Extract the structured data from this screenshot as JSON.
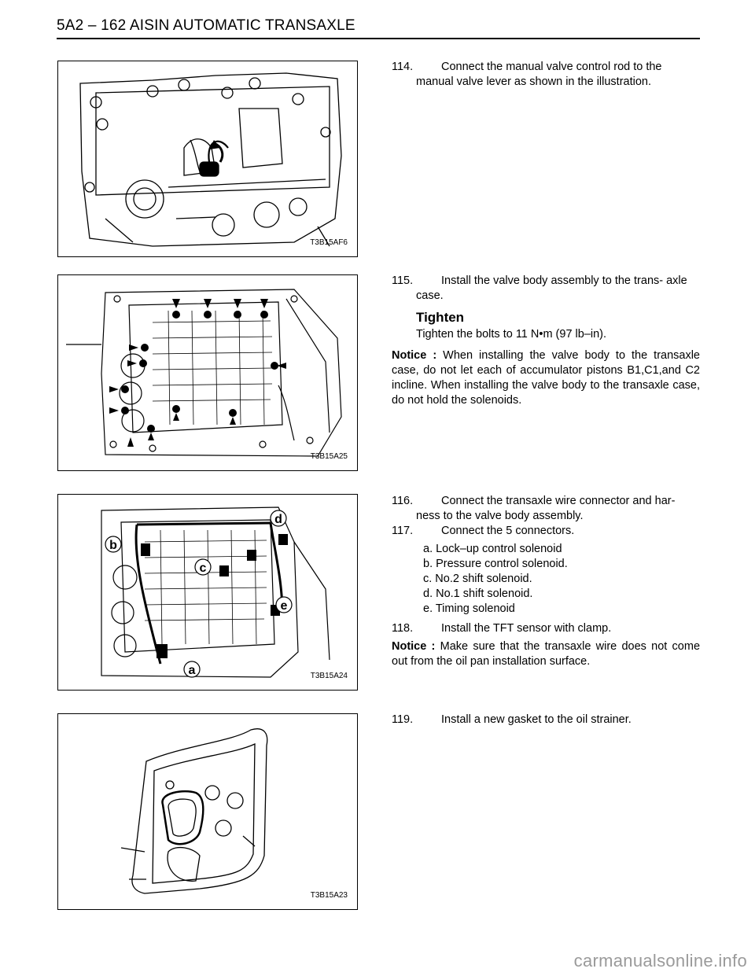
{
  "header": {
    "title": "5A2 – 162 AISIN AUTOMATIC TRANSAXLE"
  },
  "figures": [
    {
      "code": "T3B15AF6"
    },
    {
      "code": "T3B15A25"
    },
    {
      "code": "T3B15A24",
      "callouts": [
        "a",
        "b",
        "c",
        "d",
        "e"
      ]
    },
    {
      "code": "T3B15A23"
    }
  ],
  "steps": {
    "s114": {
      "num": "114.",
      "text": "Connect the manual valve control rod to the manual valve lever as shown in the illustration."
    },
    "s115": {
      "num": "115.",
      "text": "Install the valve body assembly to the trans- axle case."
    },
    "tighten_heading": "Tighten",
    "tighten_text": "Tighten the bolts to 11 N•m (97 lb–in).",
    "notice1_label": "Notice :",
    "notice1_text": " When installing the valve body to the transaxle case, do not let each of accumulator pistons B1,C1,and C2 incline. When installing the valve body to the transaxle case, do not hold the solenoids.",
    "s116": {
      "num": "116.",
      "text": "Connect the transaxle wire connector and har- ness to the valve body assembly."
    },
    "s117": {
      "num": "117.",
      "text": "Connect the 5 connectors."
    },
    "connectors": [
      "a. Lock–up control solenoid",
      "b. Pressure control solenoid.",
      "c. No.2 shift solenoid.",
      "d. No.1 shift solenoid.",
      "e. Timing solenoid"
    ],
    "s118": {
      "num": "118.",
      "text": "Install the TFT sensor with clamp."
    },
    "notice2_label": "Notice :",
    "notice2_text": " Make sure that the transaxle wire does not come out from the oil pan installation surface.",
    "s119": {
      "num": "119.",
      "text": "Install a new gasket to the oil strainer."
    }
  },
  "watermark": "carmanualsonline.info"
}
